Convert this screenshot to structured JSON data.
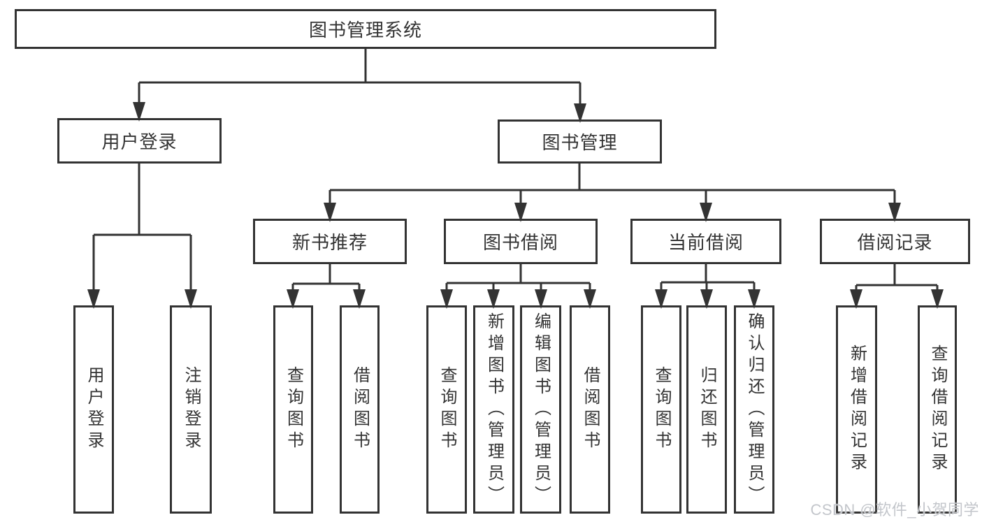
{
  "tree": {
    "label": "图书管理系统",
    "children": [
      {
        "label": "用户登录",
        "children": [
          {
            "label": "用户登录"
          },
          {
            "label": "注销登录"
          }
        ]
      },
      {
        "label": "图书管理",
        "children": [
          {
            "label": "新书推荐",
            "children": [
              {
                "label": "查询图书"
              },
              {
                "label": "借阅图书"
              }
            ]
          },
          {
            "label": "图书借阅",
            "children": [
              {
                "label": "查询图书"
              },
              {
                "label": "新增图书（管理员）"
              },
              {
                "label": "编辑图书（管理员）"
              },
              {
                "label": "借阅图书"
              }
            ]
          },
          {
            "label": "当前借阅",
            "children": [
              {
                "label": "查询图书"
              },
              {
                "label": "归还图书"
              },
              {
                "label": "确认归还（管理员）"
              }
            ]
          },
          {
            "label": "借阅记录",
            "children": [
              {
                "label": "新增借阅记录"
              },
              {
                "label": "查询借阅记录"
              }
            ]
          }
        ]
      }
    ]
  },
  "watermark": {
    "text": "CSDN @软件_小贺同学"
  },
  "colors": {
    "line": "#333333",
    "box_border": "#333333",
    "text": "#333333",
    "background": "#ffffff",
    "watermark": "#c3c6cb"
  }
}
